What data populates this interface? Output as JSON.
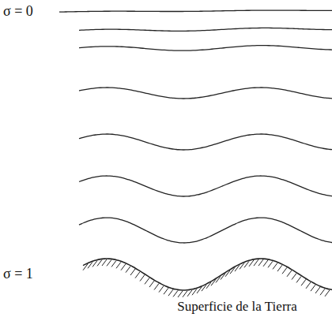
{
  "diagram": {
    "labels": [
      "σ = 0",
      "σ = 1",
      "Superficie de la Tierra"
    ]
  }
}
